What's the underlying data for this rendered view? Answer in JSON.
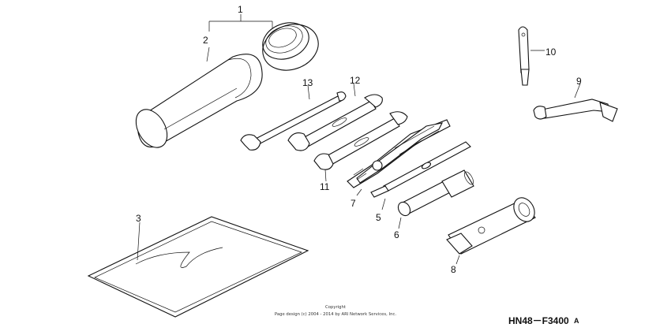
{
  "callouts": {
    "c1": "1",
    "c2": "2",
    "c3": "3",
    "c5": "5",
    "c6": "6",
    "c7": "7",
    "c8": "8",
    "c9": "9",
    "c10": "10",
    "c11": "11",
    "c12": "12",
    "c13": "13"
  },
  "footer": {
    "copyright_line1": "Copyright",
    "copyright_line2": "Page design (c) 2004 - 2014 by ARI Network Services, Inc.",
    "part_number": "HN48－F3400",
    "revision": "A"
  }
}
